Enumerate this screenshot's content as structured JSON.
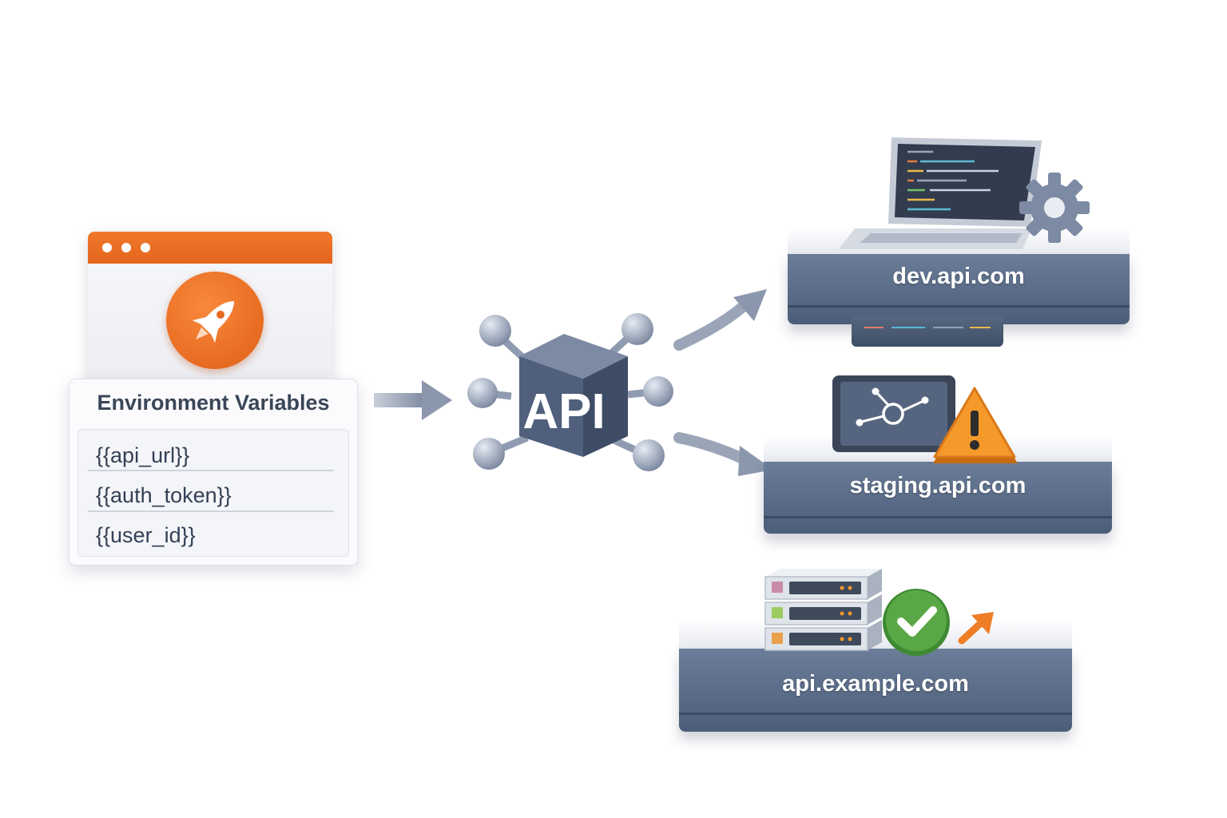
{
  "environment": {
    "title": "Environment Variables",
    "variables": [
      "{{api_url}}",
      "{{auth_token}}",
      "{{user_id}}"
    ]
  },
  "hub": {
    "label": "API"
  },
  "targets": [
    {
      "host": "dev.api.com",
      "badge": "gear-icon"
    },
    {
      "host": "staging.api.com",
      "badge": "warning-icon"
    },
    {
      "host": "api.example.com",
      "badge": "check-icon"
    }
  ],
  "colors": {
    "accent": "#E96A22",
    "platform": "#5A6A86",
    "warning": "#F08A1C",
    "success": "#4E9A3A"
  }
}
